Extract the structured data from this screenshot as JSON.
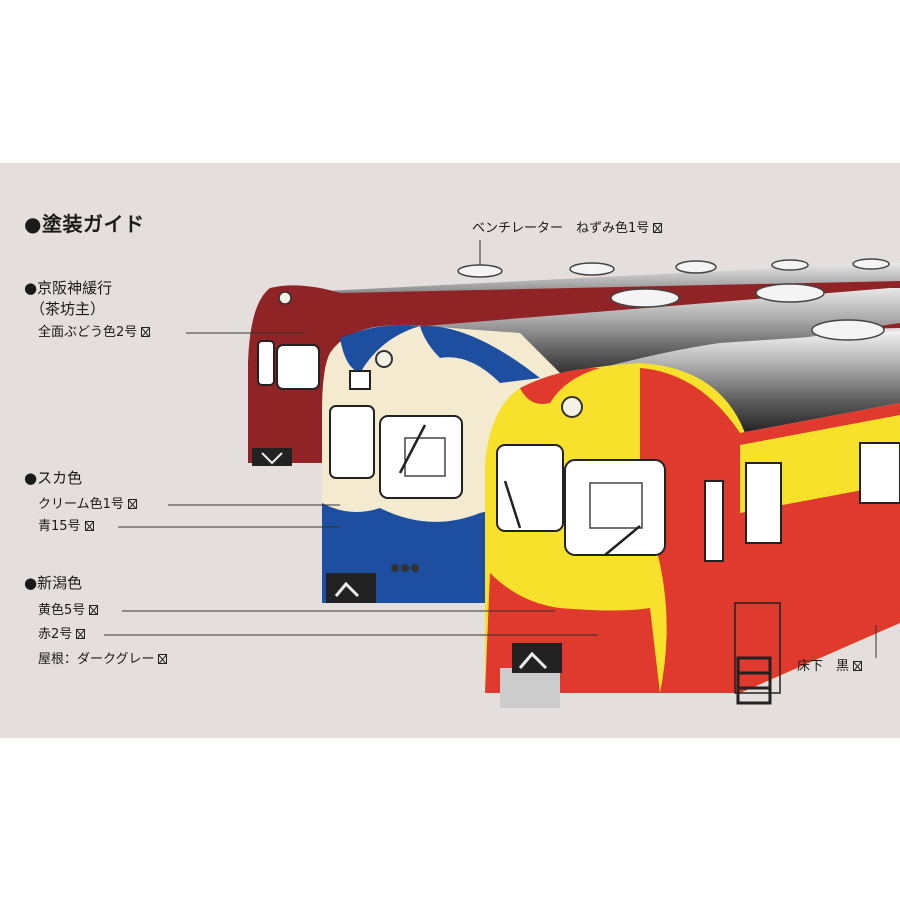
{
  "title": "●塗装ガイド",
  "ventilator_label": "ベンチレーター　ねずみ色1号",
  "schemes": [
    {
      "name": "●京阪神緩行",
      "subname": "（茶坊主）",
      "colors": [
        "全面ぶどう色2号"
      ]
    },
    {
      "name": "●スカ色",
      "colors": [
        "クリーム色1号",
        "青15号"
      ]
    },
    {
      "name": "●新潟色",
      "colors": [
        "黄色5号",
        "赤2号",
        "屋根：ダークグレー"
      ]
    }
  ],
  "underfloor_label": "床下　黒",
  "palette": {
    "background": "#e4dfdc",
    "budou": "#8f2326",
    "cream": "#f4ead0",
    "blue15": "#1d4ea0",
    "yellow5": "#f7e12a",
    "red2": "#e0392d",
    "roof_dark": "#4a4a4a",
    "underfloor": "#1a1a1a"
  }
}
